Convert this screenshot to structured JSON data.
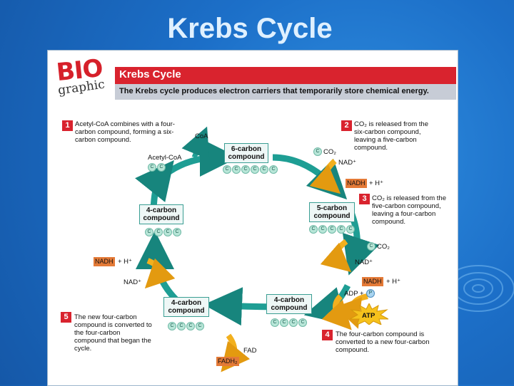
{
  "slide_title": "Krebs Cycle",
  "logo": {
    "bio": "BIO",
    "graphic": "graphic"
  },
  "header": {
    "title": "Krebs Cycle",
    "subtitle": "The Krebs cycle produces electron carriers that temporarily store chemical energy."
  },
  "steps": [
    {
      "number": "1",
      "text": "Acetyl-CoA combines with a four-carbon compound, forming a six-carbon compound."
    },
    {
      "number": "2",
      "text": "CO₂ is released from the six-carbon compound, leaving a five-carbon compound."
    },
    {
      "number": "3",
      "text": "CO₂ is released from the five-carbon compound, leaving a four-carbon compound."
    },
    {
      "number": "4",
      "text": "The four-carbon compound is converted to a new four-carbon compound."
    },
    {
      "number": "5",
      "text": "The new four-carbon compound is converted to the four-carbon compound that began the cycle."
    }
  ],
  "compounds": {
    "six": "6-carbon compound",
    "five": "5-carbon compound",
    "four_top": "4-carbon compound",
    "four_right": "4-carbon compound",
    "four_bottom": "4-carbon compound"
  },
  "labels": {
    "coa": "CoA",
    "acetyl_coa": "Acetyl-CoA",
    "co2_1": "CO₂",
    "nad_1": "NAD⁺",
    "nadh_1": "NADH",
    "h_1": "+ H⁺",
    "co2_2": "CO₂",
    "nad_2": "NAD⁺",
    "nadh_2": "NADH",
    "h_2": "+ H⁺",
    "adp": "ADP +",
    "p": "P",
    "atp": "ATP",
    "fad": "FAD",
    "fadh2": "FADH₂",
    "nadh_left": "NADH",
    "h_left": "+ H⁺",
    "nad_left": "NAD⁺"
  },
  "carbon_letter": "C",
  "colors": {
    "cycle_arrow": "#1e9e94",
    "cycle_arrow_head": "#17857d",
    "loop_arrow": "#f2b01e",
    "num_badge": "#d9232e",
    "nadh_label": "#e47a37"
  }
}
